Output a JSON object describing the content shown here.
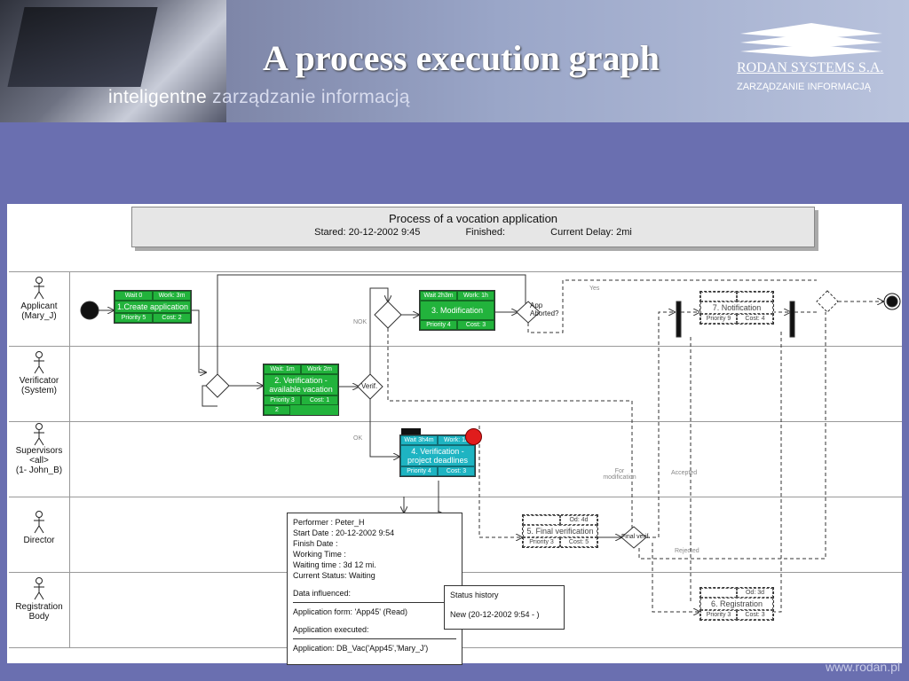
{
  "header": {
    "title": "A process execution graph",
    "tagline_bold": "inteligentne",
    "tagline_light": "zarządzanie informacją",
    "company": "RODAN SYSTEMS S.A.",
    "company_tag": "ZARZĄDZANIE INFORMACJĄ"
  },
  "footer": {
    "url": "www.rodan.pl"
  },
  "process": {
    "title": "Process of a vocation application",
    "started": "Stared: 20-12-2002 9:45",
    "finished": "Finished:",
    "delay": "Current Delay: 2mi"
  },
  "lanes": [
    {
      "line1": "Applicant",
      "line2": "(Mary_J)",
      "line3": ""
    },
    {
      "line1": "Verificator",
      "line2": "(System)",
      "line3": ""
    },
    {
      "line1": "Supervisors",
      "line2": "<all>",
      "line3": "(1- John_B)"
    },
    {
      "line1": "Director",
      "line2": "",
      "line3": ""
    },
    {
      "line1": "Registration",
      "line2": "Body",
      "line3": ""
    }
  ],
  "tasks": {
    "t1": {
      "name": "1.Create application",
      "wait": "Wait 0",
      "work": "Work: 3m",
      "priority": "Priority 5",
      "cost": "Cost: 2"
    },
    "t2": {
      "name": "2. Verification - available vacation",
      "wait": "Wait: 1m",
      "work": "Work 2m",
      "priority": "Priority 3",
      "cost": "Cost: 1",
      "extra": "2"
    },
    "t3": {
      "name": "3. Modification",
      "wait": "Wait 2h3m",
      "work": "Work: 1h",
      "priority": "Priority 4",
      "cost": "Cost: 3"
    },
    "t4": {
      "name": "4. Verification - project deadlines",
      "wait": "Wait 3h4m",
      "work": "Work: 1h",
      "priority": "Priority 4",
      "cost": "Cost: 3"
    },
    "t5": {
      "name": "5. Final verification",
      "wait": "Od: 4d",
      "priority": "Priority 3",
      "cost": "Cost: 5"
    },
    "t6": {
      "name": "6. Registration",
      "wait": "Od: 3d",
      "priority": "Priority 3",
      "cost": "Cost: 3"
    },
    "t7": {
      "name": "7. Notification",
      "priority": "Priority 9",
      "cost": "Cost: 4"
    }
  },
  "gateways": {
    "verif": "Verif.",
    "app_aborted": "App Aborted?",
    "final": "Final verif."
  },
  "edge_labels": {
    "nok": "NOK",
    "ok": "OK",
    "yes": "Yes",
    "for_mod": "For modification",
    "accepted": "Accepted",
    "rejected": "Rejected"
  },
  "detail_note": {
    "performer": "Performer       : Peter_H",
    "start": "Start Date       : 20-12-2002 9:54",
    "finish": "Finish Date      :",
    "working": "Working Time   :",
    "waiting": "Waiting time    : 3d 12 mi.",
    "status": "Current Status: Waiting",
    "data_head": "Data influenced:",
    "app_form": "Application form: 'App45' (Read)",
    "app_exec_head": "Application executed:",
    "app_exec": "Application: DB_Vac('App45','Mary_J')"
  },
  "status_note": {
    "head": "Status history",
    "line": "New (20-12-2002 9:54 - )"
  },
  "colors": {
    "active_task": "#22b33c",
    "current_task": "#1eb4c2",
    "alert": "#e01c1c"
  }
}
